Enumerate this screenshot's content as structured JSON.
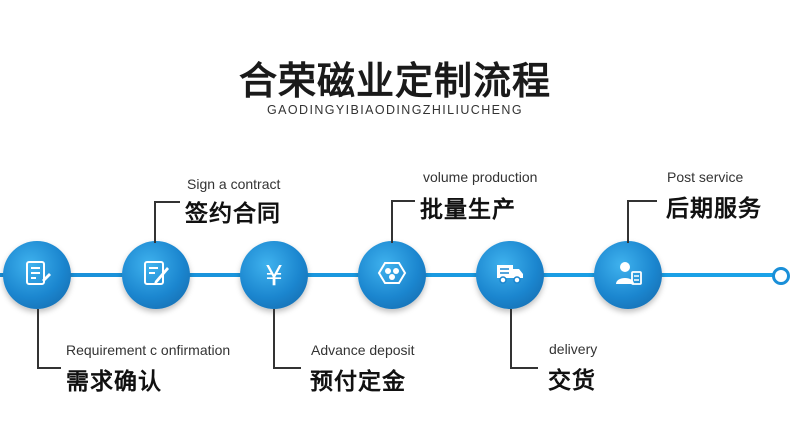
{
  "header": {
    "title": "合荣磁业定制流程",
    "subtitle": "GAODINGYIBIAODINGZHILIUCHENG"
  },
  "steps": [
    {
      "en": "Requirement  c onfirmation",
      "zh": "需求确认",
      "icon": "document-edit-icon"
    },
    {
      "en": "Sign a contract",
      "zh": "签约合同",
      "icon": "pen-contract-icon"
    },
    {
      "en": "Advance deposit",
      "zh": "预付定金",
      "icon": "yen-icon",
      "glyph": "¥"
    },
    {
      "en": "volume production",
      "zh": "批量生产",
      "icon": "production-icon"
    },
    {
      "en": "delivery",
      "zh": "交货",
      "icon": "truck-icon"
    },
    {
      "en": "Post service",
      "zh": "后期服务",
      "icon": "service-person-icon"
    }
  ],
  "colors": {
    "accent": "#1a8fd8",
    "node": "#1b86cf"
  }
}
